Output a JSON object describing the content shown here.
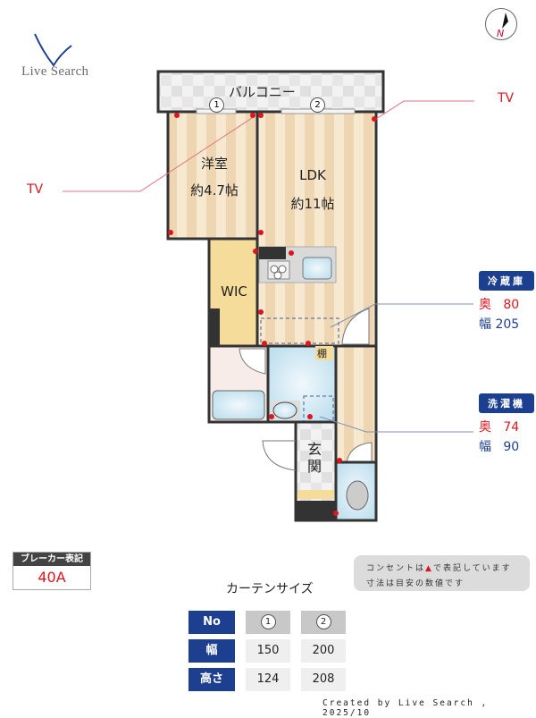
{
  "brand": {
    "logo_text": "Live Search",
    "logo_color": "#1d3f8f"
  },
  "compass": {
    "label": "N",
    "color": "#c0102a"
  },
  "tv_labels": [
    {
      "text": "TV",
      "side": "left"
    },
    {
      "text": "TV",
      "side": "right"
    }
  ],
  "floor_plan": {
    "balcony": {
      "label": "バルコニー",
      "windows": [
        "1",
        "2"
      ]
    },
    "rooms": [
      {
        "id": "western",
        "name": "洋室",
        "size": "約4.7帖"
      },
      {
        "id": "ldk",
        "name": "LDK",
        "size": "約11帖"
      },
      {
        "id": "wic",
        "name": "WIC"
      },
      {
        "id": "shelf",
        "name": "棚"
      },
      {
        "id": "entrance",
        "name": "玄関"
      }
    ],
    "outlet_color": "#e0141e"
  },
  "appliances": [
    {
      "name": "冷蔵庫",
      "depth_label": "奥",
      "depth": "80",
      "width_label": "幅",
      "width": "205"
    },
    {
      "name": "洗濯機",
      "depth_label": "奥",
      "depth": "74",
      "width_label": "幅",
      "width": "90"
    }
  ],
  "breaker": {
    "label": "ブレーカー表記",
    "value": "40A"
  },
  "notes": {
    "line1_pre": "コンセントは",
    "line1_post": "で表記しています",
    "line2": "寸法は目安の数値です"
  },
  "curtain": {
    "title": "カーテンサイズ",
    "headers": [
      "No",
      "幅",
      "高さ"
    ],
    "columns": [
      {
        "no": "1",
        "width": "150",
        "height": "124"
      },
      {
        "no": "2",
        "width": "200",
        "height": "208"
      }
    ]
  },
  "footer": {
    "credit": "Created by Live Search , 2025/10"
  },
  "colors": {
    "accent_blue": "#1d3f8f",
    "red": "#e0141e",
    "floor_light": "#f6e6cc",
    "floor_stripe": "#efd6b3",
    "wall": "#333333"
  }
}
